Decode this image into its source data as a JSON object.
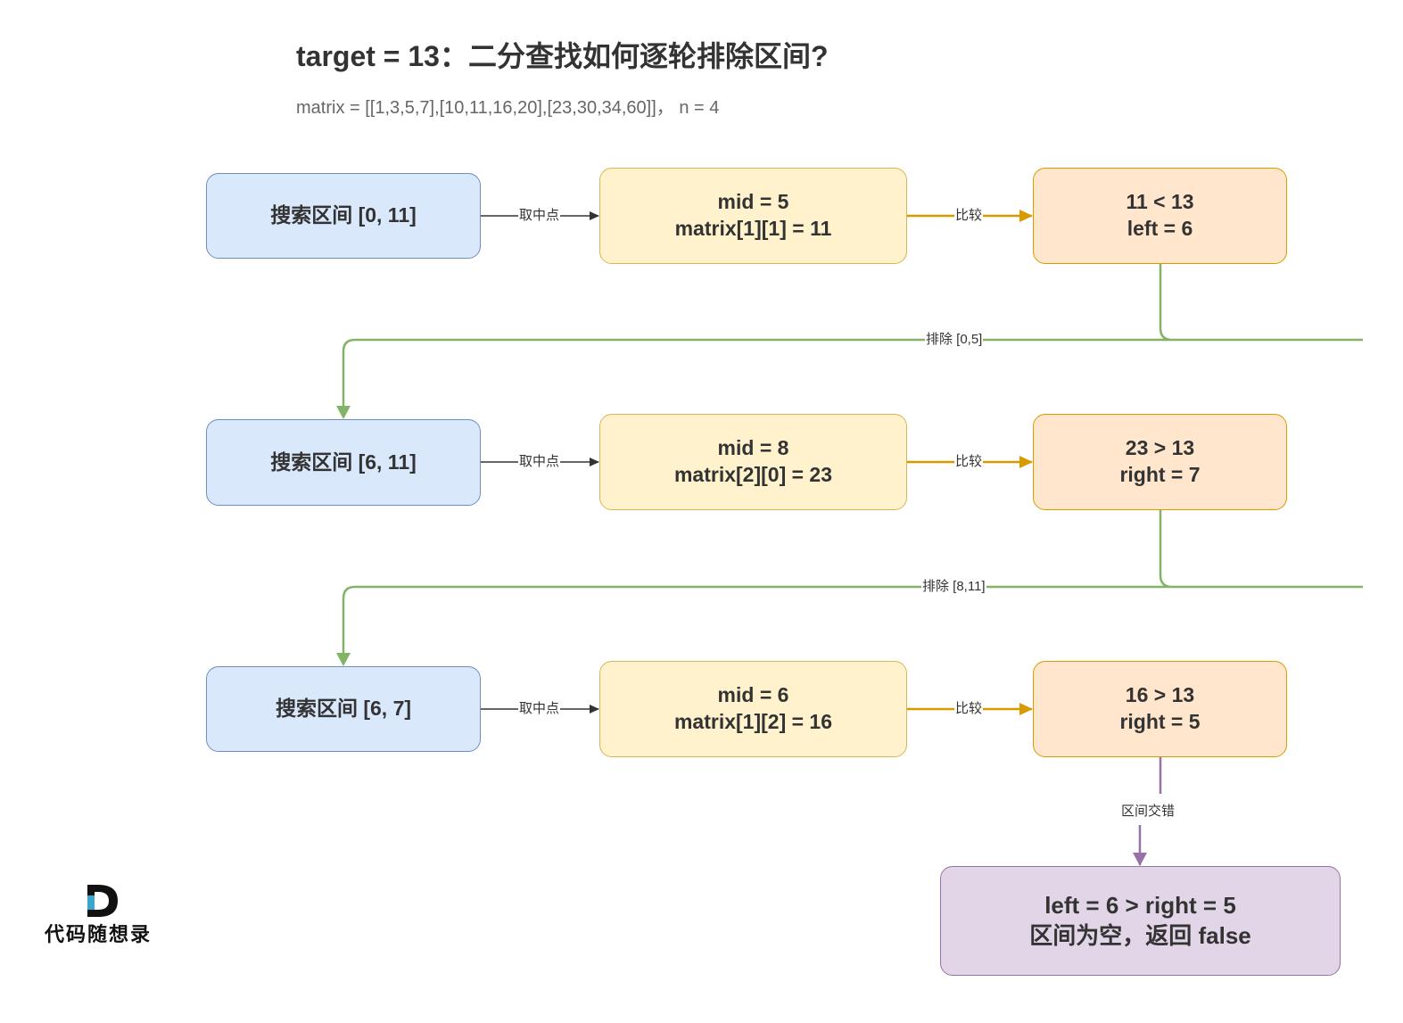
{
  "title": "target = 13：二分查找如何逐轮排除区间?",
  "subtitle": "matrix = [[1,3,5,7],[10,11,16,20],[23,30,34,60]]，  n = 4",
  "rounds": [
    {
      "range": "搜索区间 [0, 11]",
      "mid": "mid = 5",
      "cell": "matrix[1][1] = 11",
      "cmp": "11 < 13",
      "update": "left = 6",
      "edge_mid": "取中点",
      "edge_cmp": "比较"
    },
    {
      "range": "搜索区间 [6, 11]",
      "mid": "mid = 8",
      "cell": "matrix[2][0] = 23",
      "cmp": "23 > 13",
      "update": "right = 7",
      "edge_mid": "取中点",
      "edge_cmp": "比较"
    },
    {
      "range": "搜索区间 [6, 7]",
      "mid": "mid = 6",
      "cell": "matrix[1][2] = 16",
      "cmp": "16 > 13",
      "update": "right = 5",
      "edge_mid": "取中点",
      "edge_cmp": "比较"
    }
  ],
  "exclusions": [
    "排除 [0,5]",
    "排除 [8,11]"
  ],
  "final_edge": "区间交错",
  "result": {
    "line1": "left = 6 > right = 5",
    "line2": "区间为空，返回 false"
  },
  "logo": {
    "letter": "D",
    "text": "代码随想录"
  },
  "colors": {
    "blue_fill": "#dae8fc",
    "blue_stroke": "#6c8ebf",
    "yellow_fill": "#fff2cc",
    "yellow_stroke": "#d6b656",
    "orange_fill": "#ffe6cc",
    "orange_stroke": "#d79b00",
    "purple_fill": "#e1d5e7",
    "purple_stroke": "#9673a6",
    "green_edge": "#82b366",
    "orange_edge": "#d79b00",
    "black_edge": "#333333",
    "purple_edge": "#9673a6"
  }
}
